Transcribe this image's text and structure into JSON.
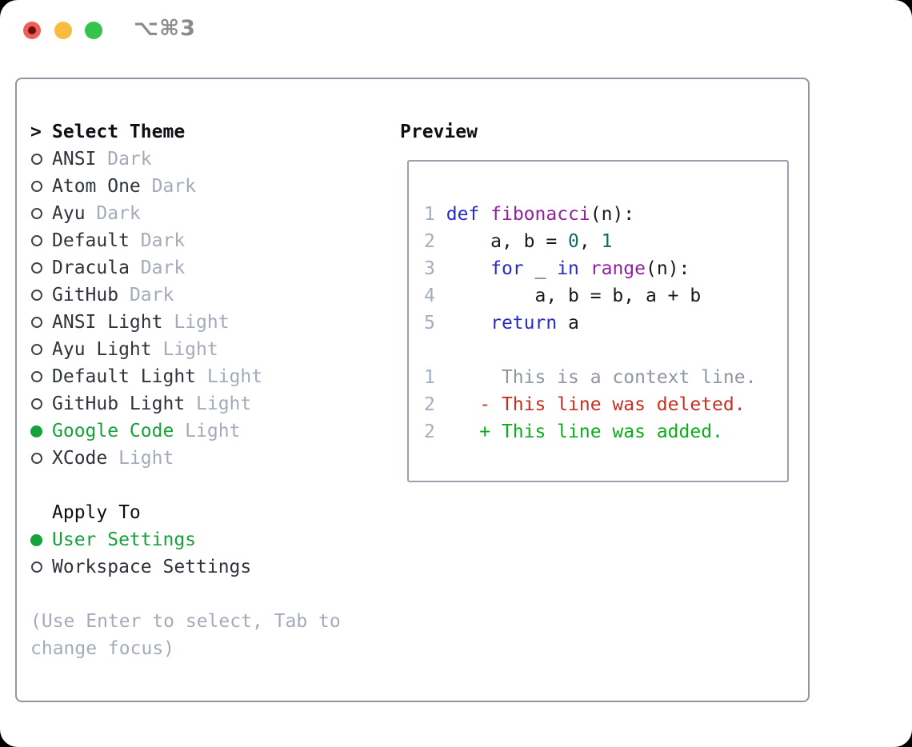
{
  "titlebar": {
    "shortcut": "⌥⌘3",
    "traffic_lights": [
      "close",
      "minimize",
      "zoom"
    ]
  },
  "theme_panel": {
    "prompt": ">",
    "title": "Select Theme",
    "themes": [
      {
        "name": "ANSI",
        "variant": "Dark",
        "selected": false
      },
      {
        "name": "Atom One",
        "variant": "Dark",
        "selected": false
      },
      {
        "name": "Ayu",
        "variant": "Dark",
        "selected": false
      },
      {
        "name": "Default",
        "variant": "Dark",
        "selected": false
      },
      {
        "name": "Dracula",
        "variant": "Dark",
        "selected": false
      },
      {
        "name": "GitHub",
        "variant": "Dark",
        "selected": false
      },
      {
        "name": "ANSI Light",
        "variant": "Light",
        "selected": false
      },
      {
        "name": "Ayu Light",
        "variant": "Light",
        "selected": false
      },
      {
        "name": "Default Light",
        "variant": "Light",
        "selected": false
      },
      {
        "name": "GitHub Light",
        "variant": "Light",
        "selected": false
      },
      {
        "name": "Google Code",
        "variant": "Light",
        "selected": true
      },
      {
        "name": "XCode",
        "variant": "Light",
        "selected": false
      }
    ],
    "apply_to": {
      "title": "Apply To",
      "options": [
        {
          "label": "User Settings",
          "selected": true
        },
        {
          "label": "Workspace Settings",
          "selected": false
        }
      ]
    },
    "help": "(Use Enter to select, Tab to change focus)"
  },
  "preview": {
    "title": "Preview",
    "lines": [
      [
        [
          "ln",
          "1"
        ],
        [
          "pl",
          " "
        ],
        [
          "kw",
          "def"
        ],
        [
          "pl",
          " "
        ],
        [
          "fn",
          "fibonacci"
        ],
        [
          "pl",
          "(n):"
        ]
      ],
      [
        [
          "ln",
          "2"
        ],
        [
          "pl",
          "     a, b = "
        ],
        [
          "num",
          "0"
        ],
        [
          "pl",
          ", "
        ],
        [
          "num",
          "1"
        ]
      ],
      [
        [
          "ln",
          "3"
        ],
        [
          "pl",
          "     "
        ],
        [
          "kw",
          "for"
        ],
        [
          "pl",
          " _ "
        ],
        [
          "kw",
          "in"
        ],
        [
          "pl",
          " "
        ],
        [
          "fn",
          "range"
        ],
        [
          "pl",
          "(n):"
        ]
      ],
      [
        [
          "ln",
          "4"
        ],
        [
          "pl",
          "         a, b = b, a + b"
        ]
      ],
      [
        [
          "ln",
          "5"
        ],
        [
          "pl",
          "     "
        ],
        [
          "kw",
          "return"
        ],
        [
          "pl",
          " a"
        ]
      ],
      [],
      [
        [
          "ln",
          "1"
        ],
        [
          "pl",
          "      "
        ],
        [
          "ctx",
          "This is a context line."
        ]
      ],
      [
        [
          "ln",
          "2"
        ],
        [
          "pl",
          "    "
        ],
        [
          "del",
          "- This line was deleted."
        ]
      ],
      [
        [
          "ln",
          "2"
        ],
        [
          "pl",
          "    "
        ],
        [
          "add",
          "+ This line was added."
        ]
      ]
    ]
  },
  "colors": {
    "accent_green": "#16a23a",
    "keyword": "#282dc0",
    "function": "#91219e",
    "number": "#0b6e66",
    "code_plain": "#17191c",
    "line_number": "#a2adbf",
    "diff_context": "#8f969f",
    "diff_deleted": "#c43122",
    "diff_added": "#0cad1c",
    "list_text": "#2f343b",
    "variant_text": "#a4abb8",
    "help_text": "#a4abb8",
    "header_text": "#0c0f13",
    "ring_border": "#3f454d",
    "panel_border": "#8f96a2",
    "preview_border": "#99a1ac",
    "traffic_red": "#f05f57",
    "traffic_red_dot": "#6b100b",
    "traffic_yellow": "#f8bc40",
    "traffic_green": "#35c34c",
    "shortcut_text": "#8b8b8b"
  }
}
